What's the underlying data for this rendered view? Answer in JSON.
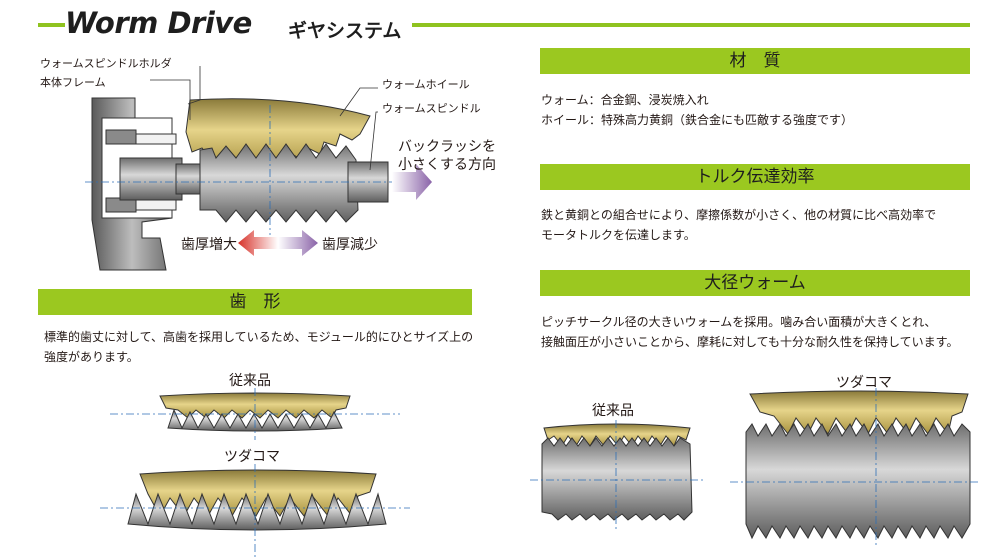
{
  "header": {
    "title": "Worm Drive",
    "subtitle": "ギヤシステム"
  },
  "diagram": {
    "labels": {
      "spindle_holder": "ウォームスピンドルホルダ",
      "body_frame": "本体フレーム",
      "worm_wheel": "ウォームホイール",
      "worm_spindle": "ウォームスピンドル",
      "backlash_line1": "バックラッシを",
      "backlash_line2": "小さくする方向",
      "tooth_increase": "歯厚増大",
      "tooth_decrease": "歯厚減少"
    }
  },
  "sections": {
    "tooth_profile": {
      "heading": "歯　形",
      "text_line1": "標準的歯丈に対して、高歯を採用しているため、モジュール的にひとサイズ上の",
      "text_line2": "強度があります。",
      "label_conventional": "従来品",
      "label_tsudakoma": "ツダコマ"
    },
    "material": {
      "heading": "材　質",
      "line1": "ウォーム：合金鋼、浸炭焼入れ",
      "line2": "ホイール：特殊高力黄銅（鉄合金にも匹敵する強度です）"
    },
    "torque": {
      "heading": "トルク伝達効率",
      "line1": "鉄と黄銅との組合せにより、摩擦係数が小さく、他の材質に比べ高効率で",
      "line2": "モータトルクを伝達します。"
    },
    "large_worm": {
      "heading": "大径ウォーム",
      "line1": "ピッチサークル径の大きいウォームを採用。噛み合い面積が大きくとれ、",
      "line2": "接触面圧が小さいことから、摩耗に対しても十分な耐久性を保持しています。",
      "label_conventional": "従来品",
      "label_tsudakoma": "ツダコマ"
    }
  },
  "colors": {
    "accent_green": "#9bc820",
    "gold": "#c9b24c",
    "steel": "#9a9a9a",
    "arrow_purple": "#9b7bb5",
    "arrow_red": "#d7322a"
  }
}
